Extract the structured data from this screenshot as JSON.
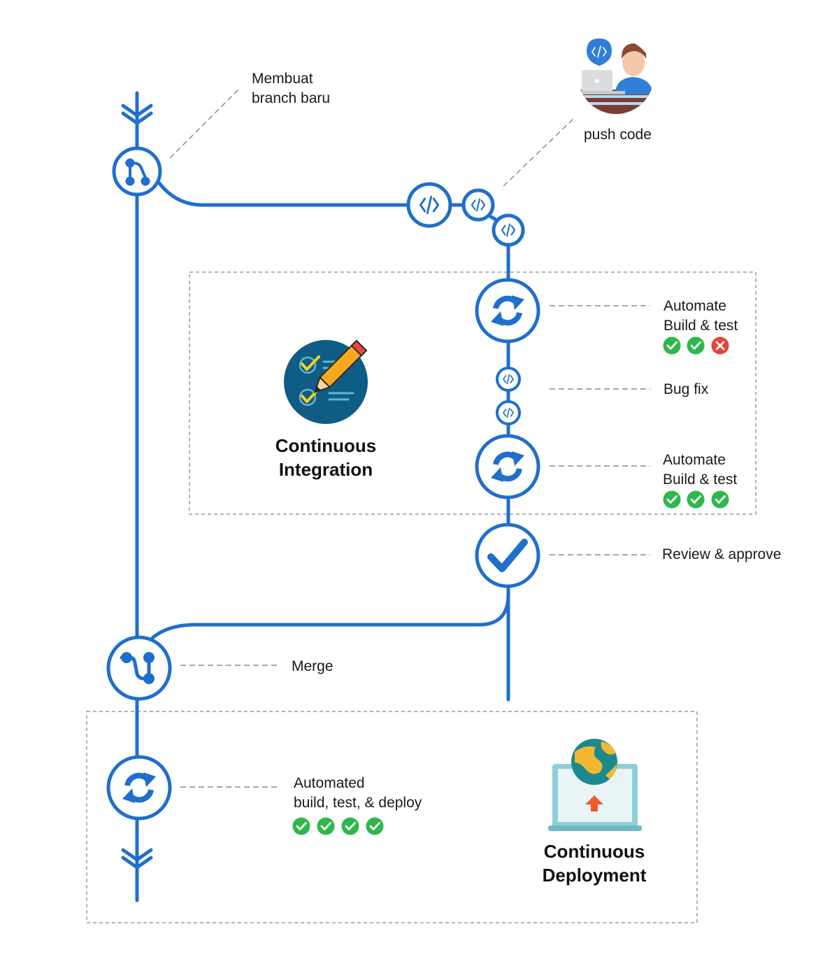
{
  "colors": {
    "pipeline": "#1f6fcc",
    "pass": "#2db84a",
    "fail": "#e8413a",
    "dashed_box": "#9a9a9a",
    "ci_icon_bg": "#0f5c84",
    "pencil": "#f7a821",
    "globe_land": "#f4b731",
    "globe_sea": "#1a8a8f",
    "laptop": "#8ccfd8",
    "arrow_up": "#ef5a2a"
  },
  "annotations": {
    "new_branch": [
      "Membuat",
      "branch baru"
    ],
    "push_code": "push code",
    "build_test_1": [
      "Automate",
      "Build & test"
    ],
    "bug_fix": "Bug fix",
    "build_test_2": [
      "Automate",
      "Build & test"
    ],
    "review": "Review & approve",
    "merge": "Merge",
    "deploy": [
      "Automated",
      "build, test, & deploy"
    ]
  },
  "sections": {
    "ci_title": [
      "Continuous",
      "Integration"
    ],
    "cd_title": [
      "Continuous",
      "Deployment"
    ]
  },
  "status_checks": {
    "build_test_1": [
      "pass",
      "pass",
      "fail"
    ],
    "build_test_2": [
      "pass",
      "pass",
      "pass"
    ],
    "deploy": [
      "pass",
      "pass",
      "pass",
      "pass"
    ]
  },
  "icons": {
    "branch_node": "branch-icon",
    "commit_node": "code-icon",
    "build_node": "sync-icon",
    "review_node": "checkmark-icon",
    "merge_node": "merge-icon",
    "developer": "developer-avatar-icon",
    "ci": "checklist-pencil-icon",
    "cd": "laptop-globe-deploy-icon"
  }
}
